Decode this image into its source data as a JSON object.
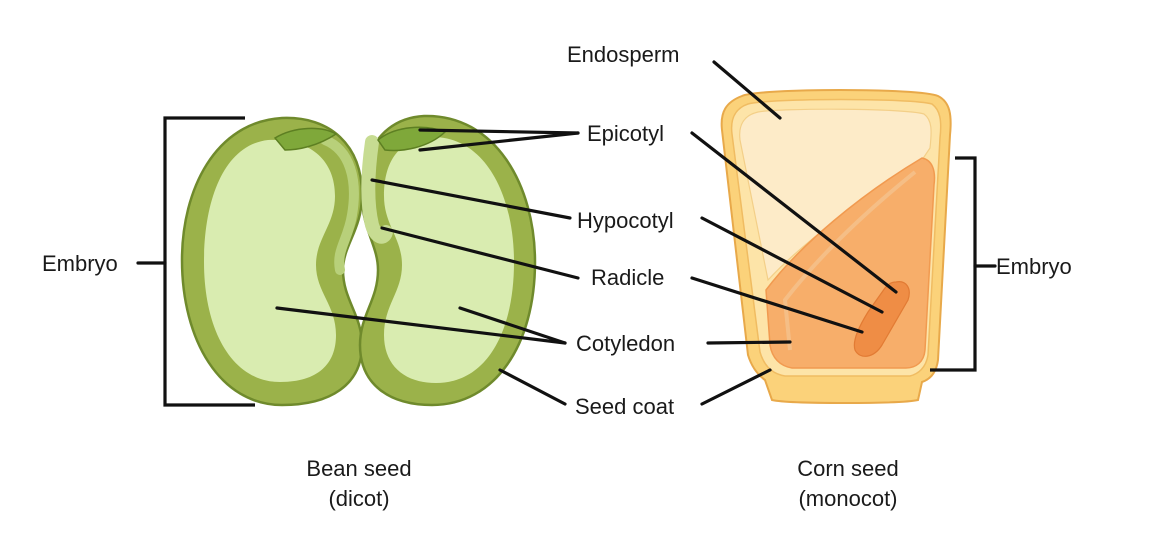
{
  "labels": {
    "endosperm": "Endosperm",
    "epicotyl": "Epicotyl",
    "hypocotyl": "Hypocotyl",
    "radicle": "Radicle",
    "cotyledon": "Cotyledon",
    "seed_coat": "Seed coat",
    "embryo_left": "Embryo",
    "embryo_right": "Embryo"
  },
  "captions": {
    "bean_line1": "Bean seed",
    "bean_line2": "(dicot)",
    "corn_line1": "Corn seed",
    "corn_line2": "(monocot)"
  },
  "colors": {
    "bean_coat": "#9bb24a",
    "bean_coat_stroke": "#6f8a2c",
    "bean_cotyledon": "#d9ecb0",
    "bean_epicotyl": "#7fa83a",
    "corn_coat": "#fbd27a",
    "corn_coat_stroke": "#e8a94a",
    "corn_endosperm": "#fdebc8",
    "corn_embryo": "#f7ae6a",
    "corn_embryo_core": "#ef8d45"
  }
}
